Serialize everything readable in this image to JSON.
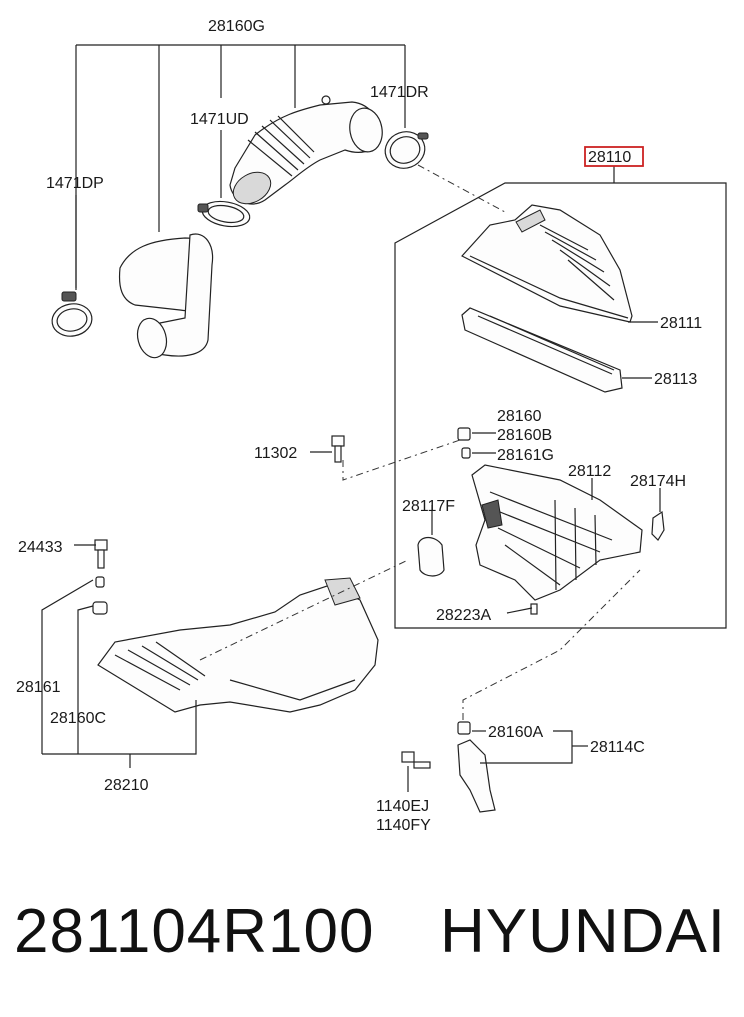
{
  "diagram": {
    "labels": {
      "l28160G": "28160G",
      "l1471DR": "1471DR",
      "l1471UD": "1471UD",
      "l1471DP": "1471DP",
      "l28110": "28110",
      "l28111": "28111",
      "l28113": "28113",
      "l28160": "28160",
      "l28160B": "28160B",
      "l28161G": "28161G",
      "l11302": "11302",
      "l28112": "28112",
      "l28174H": "28174H",
      "l28117F": "28117F",
      "l24433": "24433",
      "l28223A": "28223A",
      "l28161": "28161",
      "l28160C": "28160C",
      "l28210": "28210",
      "l28160A": "28160A",
      "l28114C": "28114C",
      "l1140EJ": "1140EJ",
      "l1140FY": "1140FY"
    },
    "highlight_color": "#cc2222"
  },
  "footer": {
    "part_number": "281104R100",
    "brand": "HYUNDAI"
  }
}
